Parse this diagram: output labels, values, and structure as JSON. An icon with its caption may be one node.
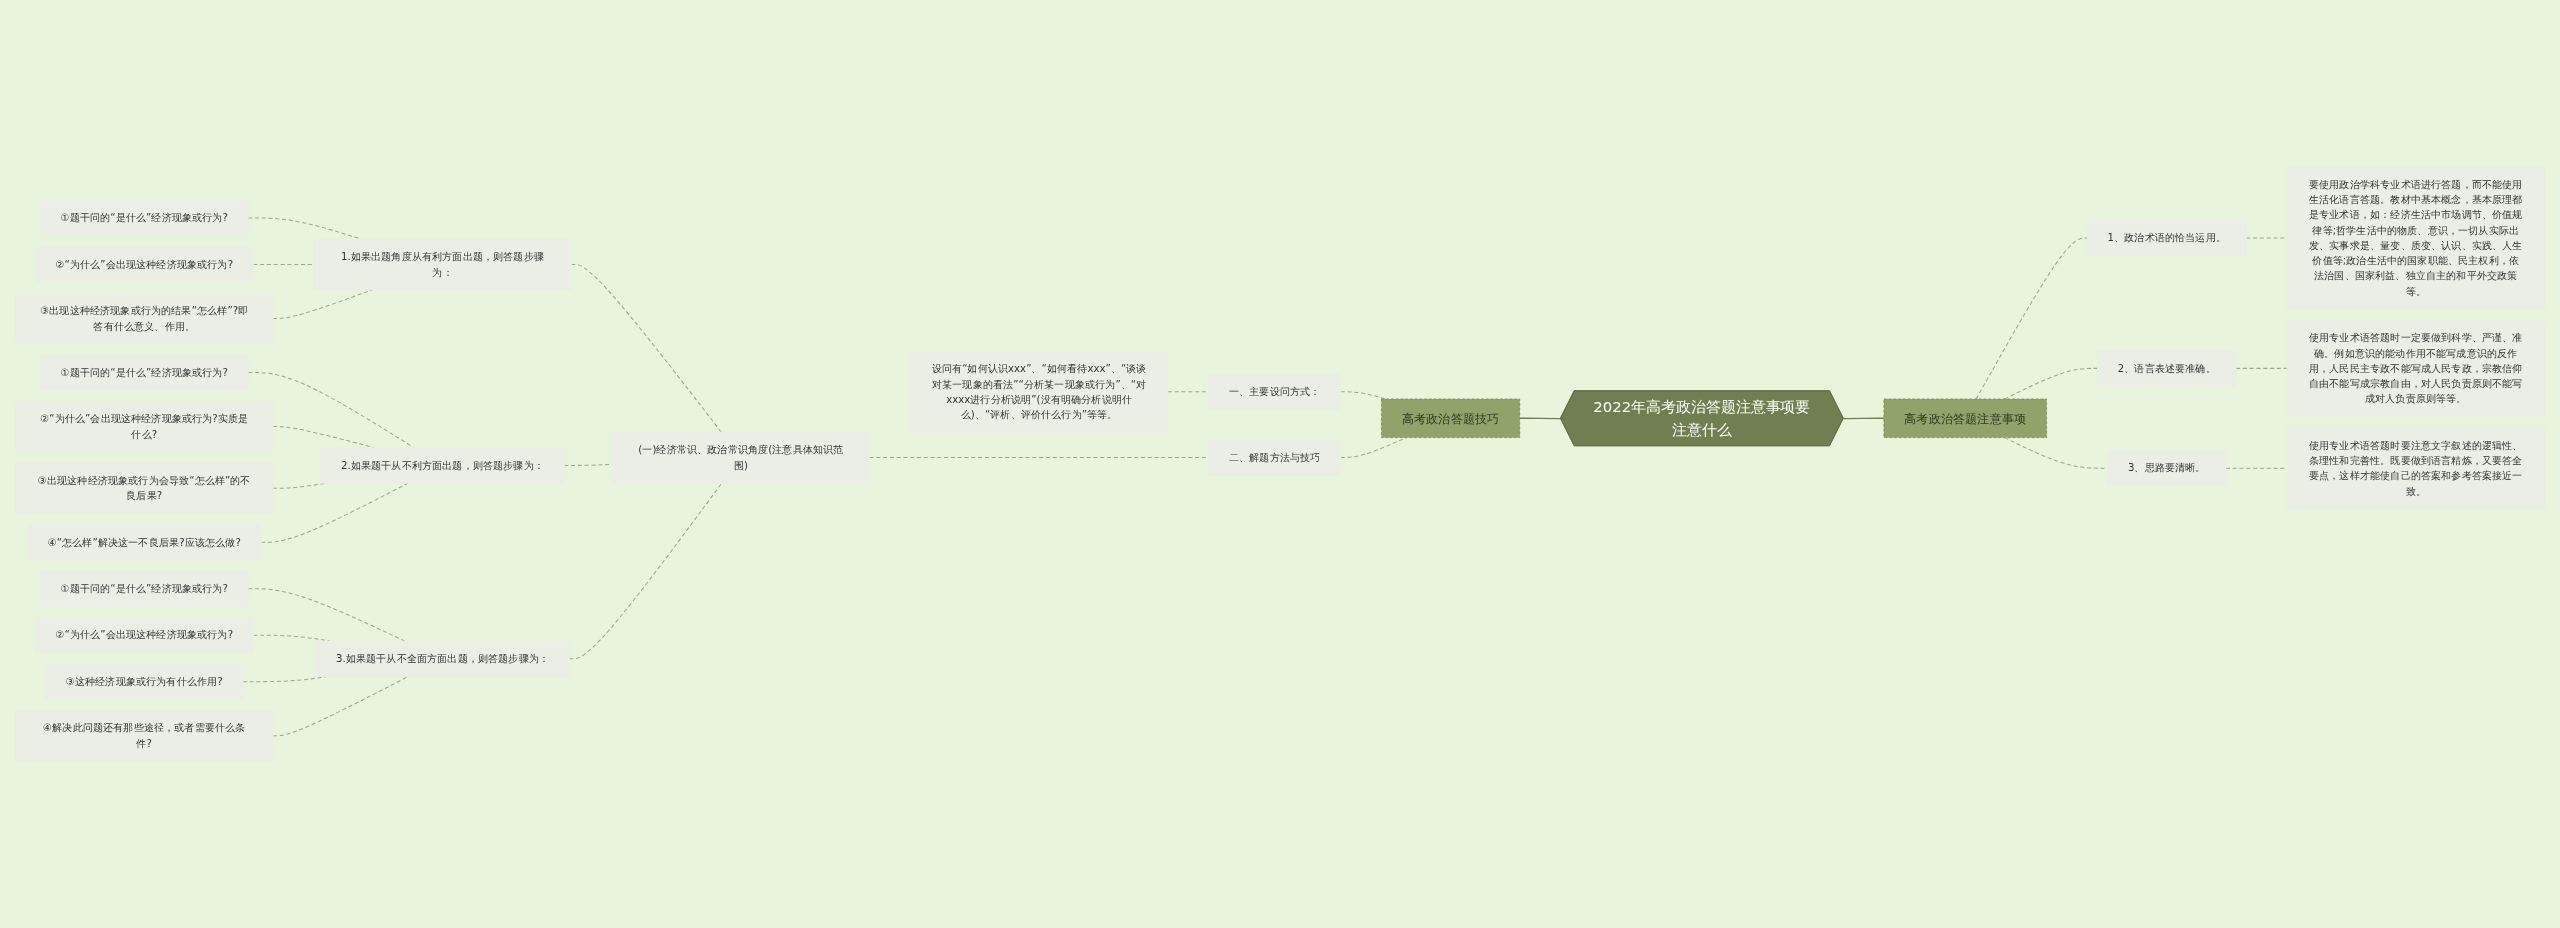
{
  "diagram": {
    "nodes": [
      {
        "text": [
          "2022年高考政治答题注意事项要注意什么"
        ]
      },
      {
        "text": [
          "高考政治答题技巧"
        ]
      },
      {
        "text": [
          "一、主要设问方式："
        ]
      },
      {
        "text": [
          "设问有“如何认识xxx”、“如何看待xxx”、“谈谈对某一现象的看法”“分析某一现象或行为”、“对xxxx进行分析说明”(没有明确分析说明什么)、“评析、评价什么行为”等等。"
        ]
      },
      {
        "text": [
          "二、解题方法与技巧"
        ]
      },
      {
        "text": [
          "(一)经济常识、政治常识角度(注意具体知识范围)"
        ]
      },
      {
        "text": [
          "1.如果出题角度从有利方面出题，则答题步骤为："
        ]
      },
      {
        "text": [
          "①题干问的“是什么”经济现象或行为?"
        ]
      },
      {
        "text": [
          "②“为什么”会出现这种经济现象或行为?"
        ]
      },
      {
        "text": [
          "③出现这种经济现象或行为的结果“怎么样”?即答有什么意义、作用。"
        ]
      },
      {
        "text": [
          "2.如果题干从不利方面出题，则答题步骤为："
        ]
      },
      {
        "text": [
          "①题干问的“是什么”经济现象或行为?"
        ]
      },
      {
        "text": [
          "②“为什么”会出现这种经济现象或行为?实质是什么?"
        ]
      },
      {
        "text": [
          "③出现这种经济现象或行为会导致“怎么样”的不良后果?"
        ]
      },
      {
        "text": [
          "④“怎么样”解决这一不良后果?应该怎么做?"
        ]
      },
      {
        "text": [
          "3.如果题干从不全面方面出题，则答题步骤为："
        ]
      },
      {
        "text": [
          "①题干问的“是什么”经济现象或行为?"
        ]
      },
      {
        "text": [
          "②“为什么”会出现这种经济现象或行为?"
        ]
      },
      {
        "text": [
          "③这种经济现象或行为有什么作用?"
        ]
      },
      {
        "text": [
          "④解决此问题还有那些途径，或者需要什么条件?"
        ]
      },
      {
        "text": [
          "高考政治答题注意事项"
        ]
      },
      {
        "text": [
          "1、政治术语的恰当运用。"
        ]
      },
      {
        "text": [
          "要使用政治学科专业术语进行答题，而不能使用生活化语言答题。教材中基本概念，基本原理都是专业术语，如：经济生活中市场调节、价值规律等;哲学生活中的物质、意识，一切从实际出发、实事求是、量变、质变、认识、实践、人生价值等;政治生活中的国家职能、民主权利，依法治国、国家利益、独立自主的和平外交政策等。"
        ]
      },
      {
        "text": [
          "2、语言表述要准确。"
        ]
      },
      {
        "text": [
          "使用专业术语答题时一定要做到科学、严谨、准确。例如意识的能动作用不能写成意识的反作用，人民民主专政不能写成人民专政，宗教信仰自由不能写成宗教自由，对人民负责原则不能写成对人负责原则等等。"
        ]
      },
      {
        "text": [
          "3、思路要清晰。"
        ]
      },
      {
        "text": [
          "使用专业术语答题时要注意文字叙述的逻辑性、条理性和完善性。既要做到语言精炼，又要答全要点，这样才能使自己的答案和参考答案接近一致。"
        ]
      }
    ],
    "edges": [
      {
        "from": 0,
        "to": 1,
        "arrow": "none",
        "color": "#6f7f52"
      },
      {
        "from": 1,
        "to": 2,
        "arrow": "none",
        "style": "dashed"
      },
      {
        "from": 2,
        "to": 3,
        "arrow": "none",
        "style": "dashed"
      },
      {
        "from": 1,
        "to": 4,
        "arrow": "none",
        "style": "dashed"
      },
      {
        "from": 4,
        "to": 5,
        "arrow": "none",
        "style": "dashed"
      },
      {
        "from": 5,
        "to": 6,
        "arrow": "none",
        "style": "dashed"
      },
      {
        "from": 6,
        "to": 7,
        "arrow": "none",
        "style": "dashed"
      },
      {
        "from": 6,
        "to": 8,
        "arrow": "none",
        "style": "dashed"
      },
      {
        "from": 6,
        "to": 9,
        "arrow": "none",
        "style": "dashed"
      },
      {
        "from": 5,
        "to": 10,
        "arrow": "none",
        "style": "dashed"
      },
      {
        "from": 10,
        "to": 11,
        "arrow": "none",
        "style": "dashed"
      },
      {
        "from": 10,
        "to": 12,
        "arrow": "none",
        "style": "dashed"
      },
      {
        "from": 10,
        "to": 13,
        "arrow": "none",
        "style": "dashed"
      },
      {
        "from": 10,
        "to": 14,
        "arrow": "none",
        "style": "dashed"
      },
      {
        "from": 5,
        "to": 15,
        "arrow": "none",
        "style": "dashed"
      },
      {
        "from": 15,
        "to": 16,
        "arrow": "none",
        "style": "dashed"
      },
      {
        "from": 15,
        "to": 17,
        "arrow": "none",
        "style": "dashed"
      },
      {
        "from": 15,
        "to": 18,
        "arrow": "none",
        "style": "dashed"
      },
      {
        "from": 15,
        "to": 19,
        "arrow": "none",
        "style": "dashed"
      },
      {
        "from": 0,
        "to": 20,
        "arrow": "none",
        "color": "#6f7f52"
      },
      {
        "from": 20,
        "to": 21,
        "arrow": "none",
        "style": "dashed"
      },
      {
        "from": 21,
        "to": 22,
        "arrow": "none",
        "style": "dashed"
      },
      {
        "from": 20,
        "to": 23,
        "arrow": "none",
        "style": "dashed"
      },
      {
        "from": 23,
        "to": 24,
        "arrow": "none",
        "style": "dashed"
      },
      {
        "from": 20,
        "to": 25,
        "arrow": "none",
        "style": "dashed"
      },
      {
        "from": 25,
        "to": 26,
        "arrow": "none",
        "style": "dashed"
      }
    ]
  }
}
